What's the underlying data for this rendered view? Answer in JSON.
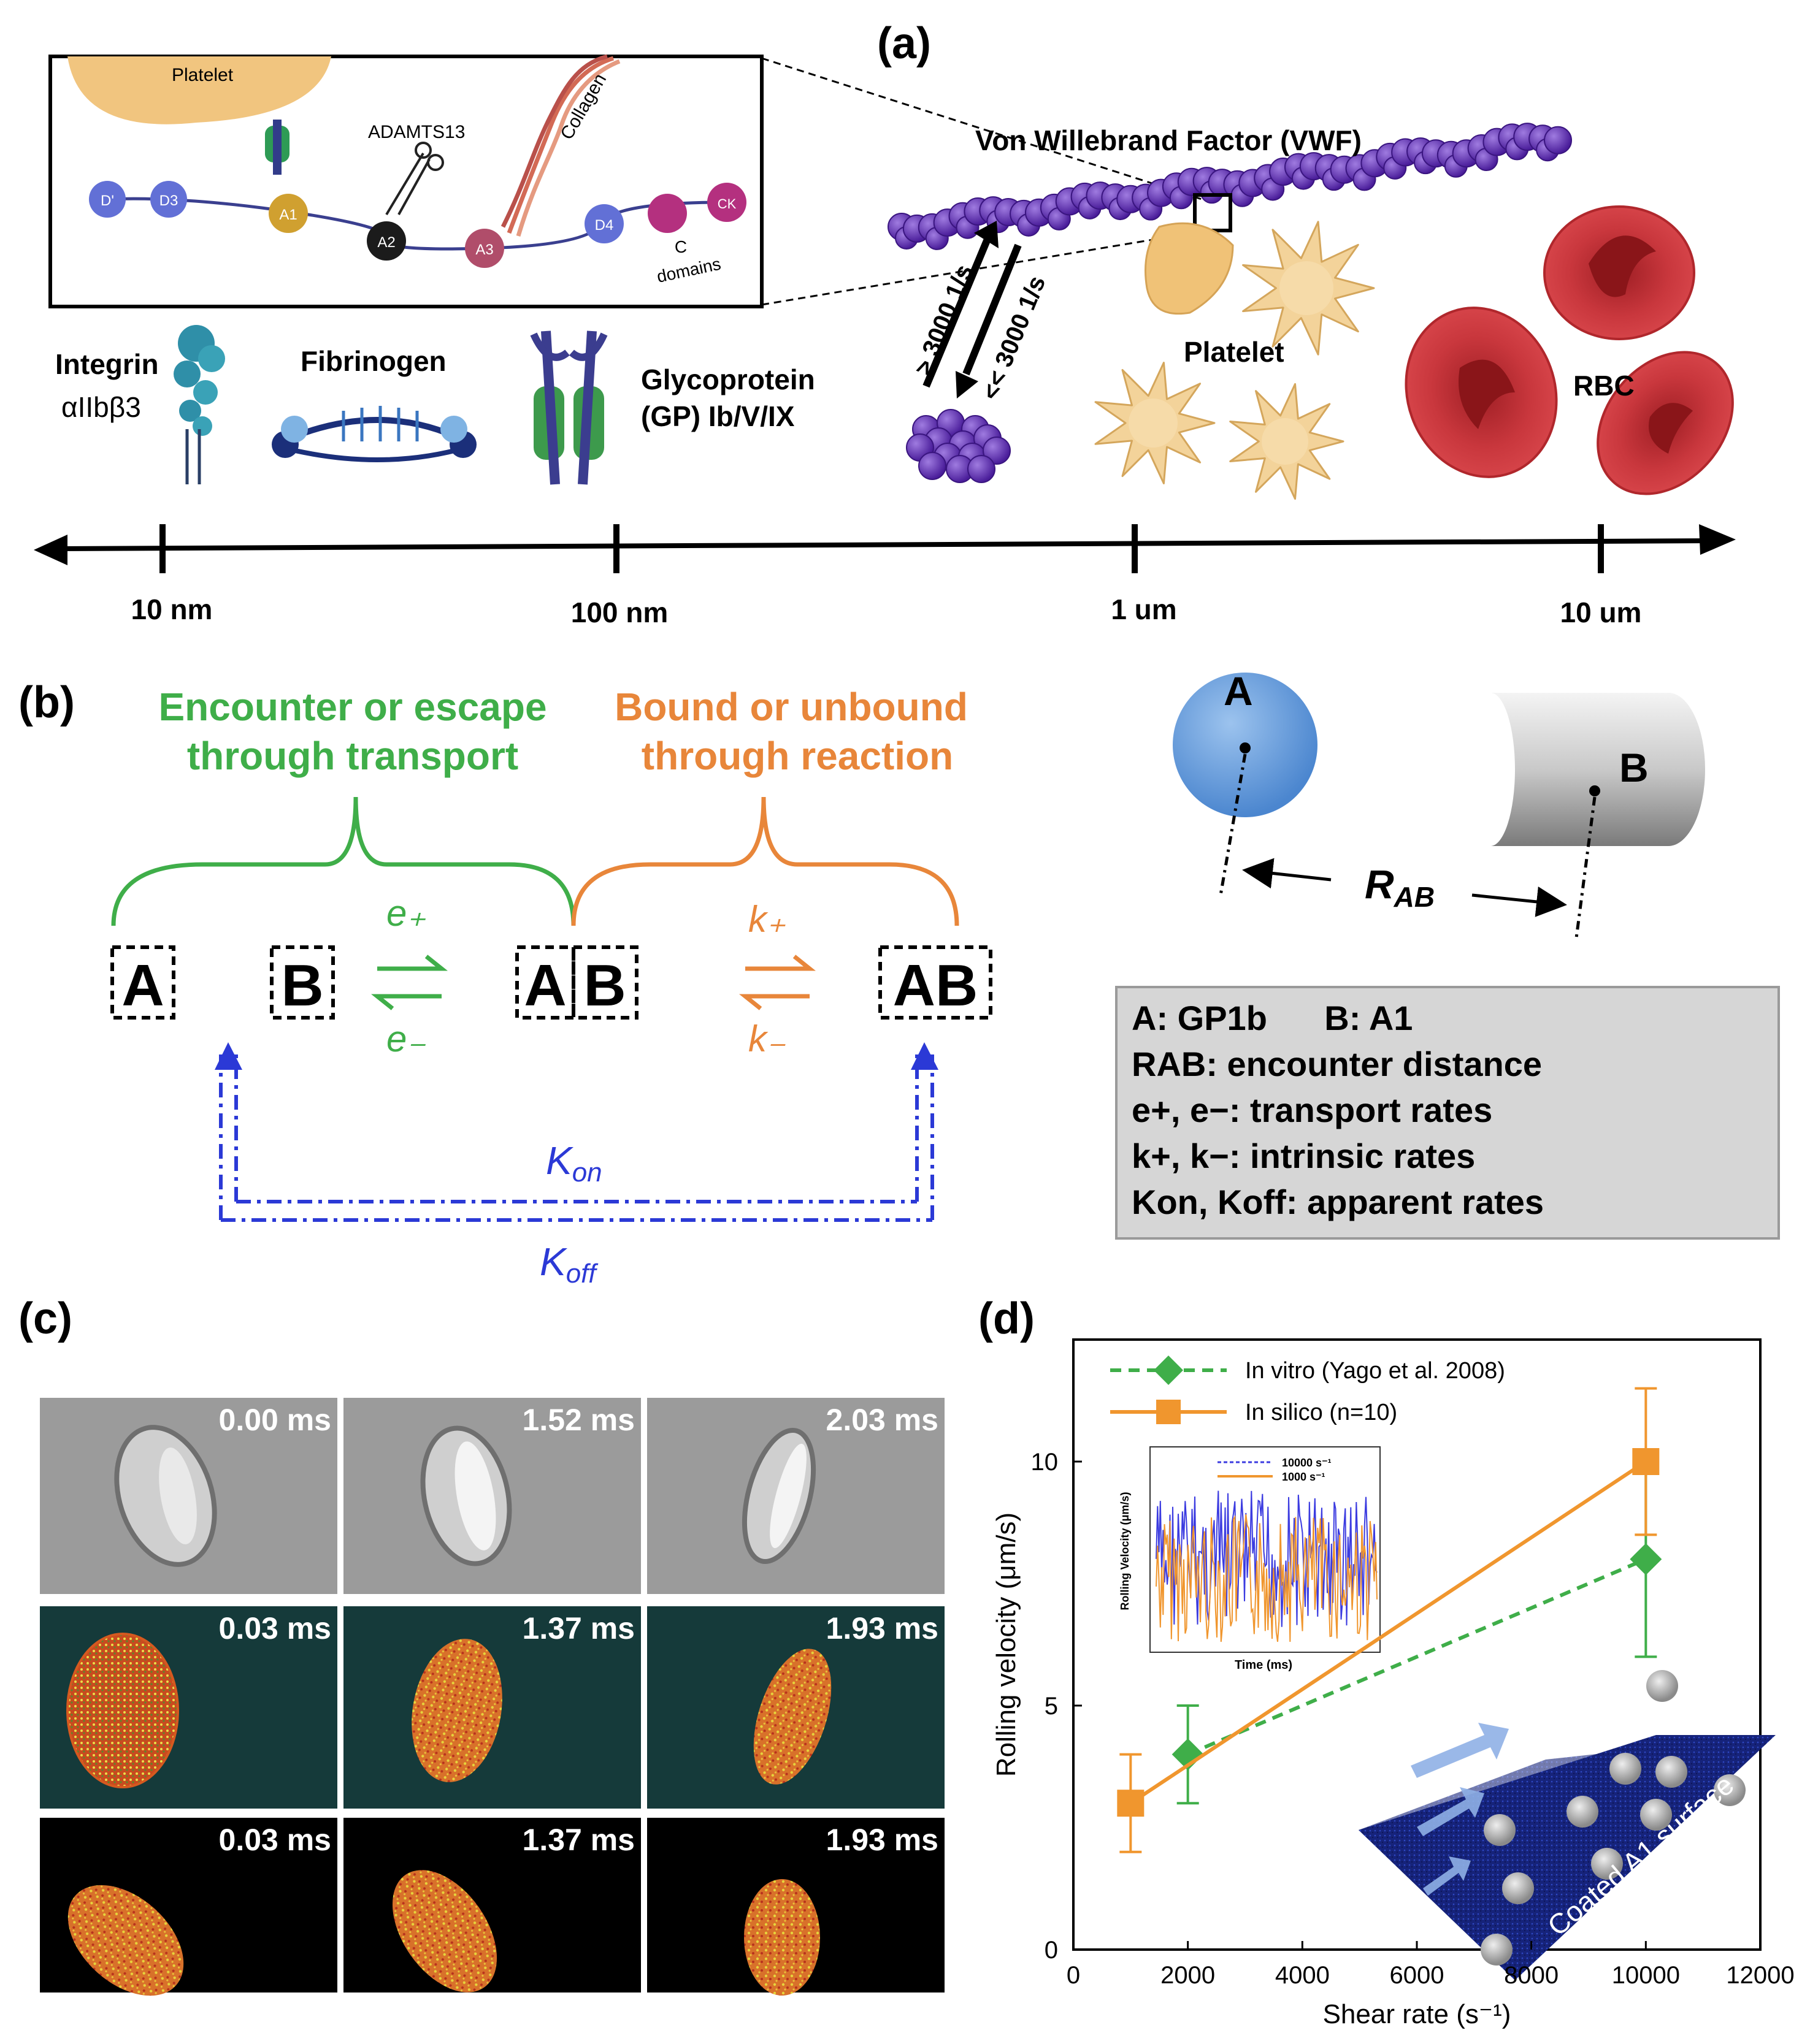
{
  "panel_a": {
    "label": "(a)",
    "inset": {
      "platelet": "Platelet",
      "adamts13": "ADAMTS13",
      "collagen": "Collagen",
      "domains": [
        "D'",
        "D3",
        "A1",
        "A2",
        "A3",
        "D4",
        "C",
        "CK"
      ],
      "c_domains": "domains"
    },
    "vwf_title": "Von Willebrand Factor (VWF)",
    "integrin_title": "Integrin",
    "integrin_sub": "αIIbβ3",
    "fibrinogen": "Fibrinogen",
    "gp_line1": "Glycoprotein",
    "gp_line2": "(GP) Ib/V/IX",
    "shear_up": "> 3000 1/s",
    "shear_down": "<< 3000 1/s",
    "platelet": "Platelet",
    "rbc": "RBC",
    "scale_ticks": [
      "10 nm",
      "100 nm",
      "1 um",
      "10 um"
    ]
  },
  "panel_b": {
    "label": "(b)",
    "green_title_1": "Encounter or escape",
    "green_title_2": "through transport",
    "orange_title_1": "Bound or unbound",
    "orange_title_2": "through reaction",
    "boxes": [
      "A",
      "B",
      "A",
      "B",
      "AB"
    ],
    "e_plus": "e₊",
    "e_minus": "e₋",
    "k_plus": "k₊",
    "k_minus": "k₋",
    "k_on": "K",
    "k_on_sub": "on",
    "k_off": "K",
    "k_off_sub": "off",
    "sphere_label": "A",
    "cylinder_label": "B",
    "rab": "R",
    "rab_sub": "AB",
    "legend": [
      "A: GP1b      B: A1",
      "RAB: encounter distance",
      "e+, e−: transport rates",
      "k+, k−: intrinsic rates",
      "Kon, Koff: apparent rates"
    ]
  },
  "panel_c": {
    "label": "(c)",
    "times": [
      [
        "0.00 ms",
        "1.52 ms",
        "2.03 ms"
      ],
      [
        "0.03 ms",
        "1.37 ms",
        "1.93 ms"
      ],
      [
        "0.03 ms",
        "1.37 ms",
        "1.93 ms"
      ]
    ]
  },
  "panel_d": {
    "label": "(d)",
    "surface_label": "Coated A1 surface",
    "inset_xlabel": "Time (ms)",
    "inset_ylabel": "Rolling Velocity (μm/s)",
    "inset_legend": [
      "10000 s⁻¹",
      "1000 s⁻¹"
    ]
  },
  "chart_data": {
    "type": "line",
    "xlabel": "Shear rate (s⁻¹)",
    "ylabel": "Rolling velocity (μm/s)",
    "xlim": [
      0,
      12000
    ],
    "ylim": [
      0,
      12.5
    ],
    "xticks": [
      "0",
      "2000",
      "4000",
      "6000",
      "8000",
      "10000",
      "12000"
    ],
    "yticks": [
      "0",
      "5",
      "10"
    ],
    "legend_position": "top-left",
    "series": [
      {
        "name": "In vitro (Yago et al. 2008)",
        "color": "#3fae49",
        "style": "dashed",
        "marker": "diamond",
        "x": [
          2000,
          10000
        ],
        "y": [
          4,
          8
        ],
        "err": [
          1,
          2
        ]
      },
      {
        "name": "In silico (n=10)",
        "color": "#f0962e",
        "style": "solid",
        "marker": "square",
        "x": [
          1000,
          10000
        ],
        "y": [
          3,
          10
        ],
        "err": [
          1,
          1.5
        ]
      }
    ]
  }
}
